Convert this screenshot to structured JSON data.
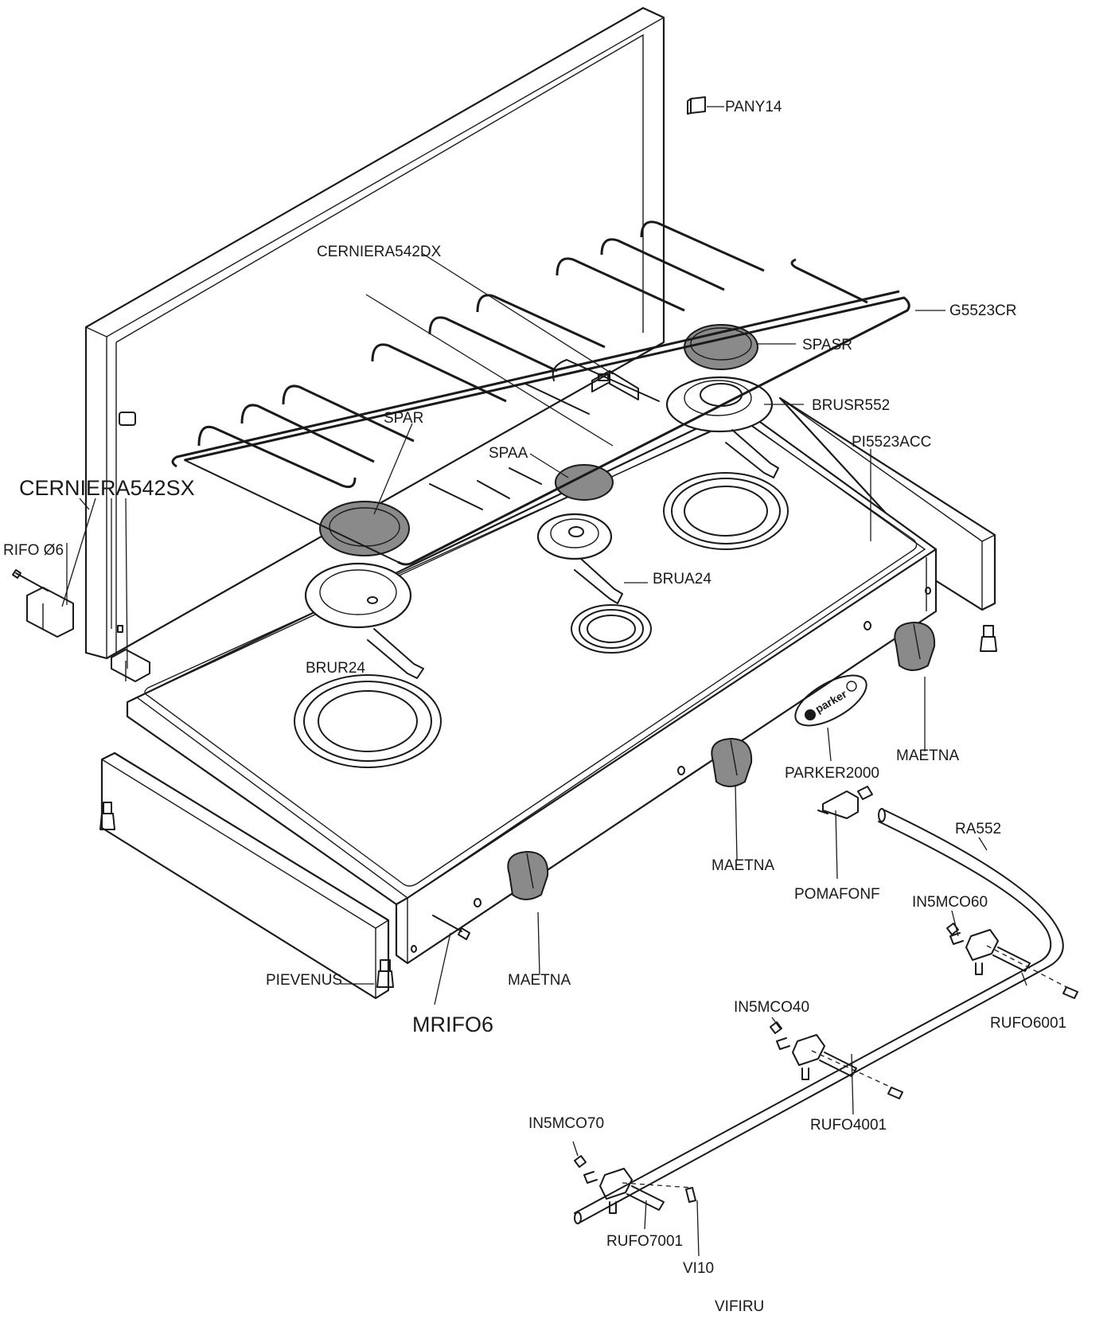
{
  "labels": {
    "pany14": "PANY14",
    "cerniera_dx": "CERNIERA542DX",
    "g5523cr": "G5523CR",
    "spasr": "SPASR",
    "brusr552": "BRUSR552",
    "pi5523acc": "PI5523ACC",
    "spar": "SPAR",
    "spaa": "SPAA",
    "cerniera_sx": "CERNIERA542SX",
    "rifo6": "RIFO  Ø6",
    "brua24": "BRUA24",
    "brur24": "BRUR24",
    "maetna_right": "MAETNA",
    "parker2000": "PARKER2000",
    "maetna_middle": "MAETNA",
    "ra552": "RA552",
    "pomafonf": "POMAFONF",
    "in5mco60": "IN5MCO60",
    "maetna_front": "MAETNA",
    "pievenus": "PIEVENUS",
    "mrifo6": "MRIFO6",
    "rufo6001": "RUFO6001",
    "in5mco40": "IN5MCO40",
    "rufo4001": "RUFO4001",
    "in5mco70": "IN5MCO70",
    "rufo7001": "RUFO7001",
    "vi10": "VI10",
    "vifiru": "VIFIRU"
  },
  "logo_text": "parker",
  "colors": {
    "line": "#1a1a1a",
    "part_fill": "#8a8a8a",
    "background": "#ffffff"
  }
}
